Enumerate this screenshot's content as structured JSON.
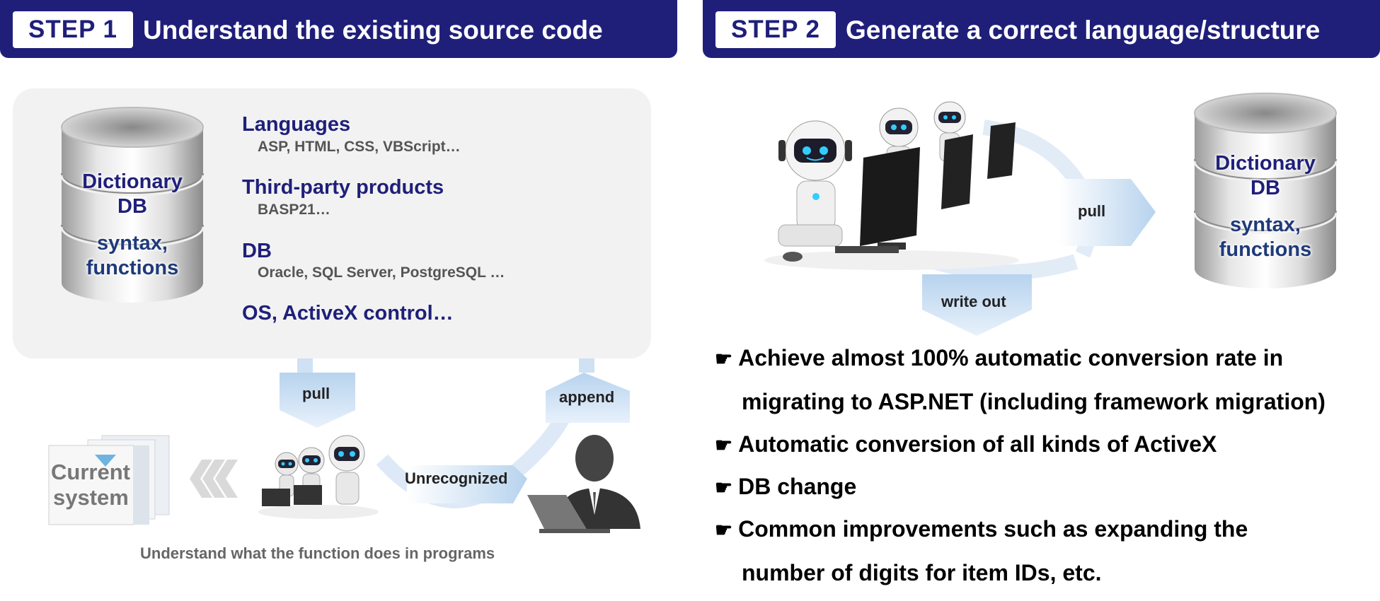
{
  "step1": {
    "badge": "STEP 1",
    "title": "Understand the existing source code",
    "db": {
      "line1": "Dictionary",
      "line2": "DB",
      "line3": "syntax,",
      "line4": "functions"
    },
    "categories": [
      {
        "title": "Languages",
        "desc": "ASP, HTML, CSS, VBScript…"
      },
      {
        "title": "Third-party products",
        "desc": "BASP21…"
      },
      {
        "title": "DB",
        "desc": "Oracle, SQL Server, PostgreSQL …"
      },
      {
        "title": "OS, ActiveX control…",
        "desc": ""
      }
    ],
    "pull_label": "pull",
    "append_label": "append",
    "unrecognized_label": "Unrecognized",
    "current_system": {
      "line1": "Current",
      "line2": "system"
    },
    "caption": "Understand what the function does in programs"
  },
  "step2": {
    "badge": "STEP 2",
    "title": "Generate a correct language/structure",
    "pull_label": "pull",
    "write_out_label": "write out",
    "db": {
      "line1": "Dictionary",
      "line2": "DB",
      "line3": "syntax,",
      "line4": "functions"
    },
    "bullet_mark": "☛",
    "bullets": [
      {
        "line1": "Achieve almost 100% automatic conversion rate in",
        "line2": "migrating to ASP.NET (including framework migration)"
      },
      {
        "line1": "Automatic conversion of all kinds of ActiveX",
        "line2": ""
      },
      {
        "line1": "DB change",
        "line2": ""
      },
      {
        "line1": "Common improvements such as expanding the",
        "line2": "number of digits for item IDs, etc."
      }
    ]
  },
  "colors": {
    "header": "#1f1f7a",
    "panel": "#f2f2f2",
    "arrow": "#c6dcf0",
    "text_title": "#1f1f7a"
  }
}
